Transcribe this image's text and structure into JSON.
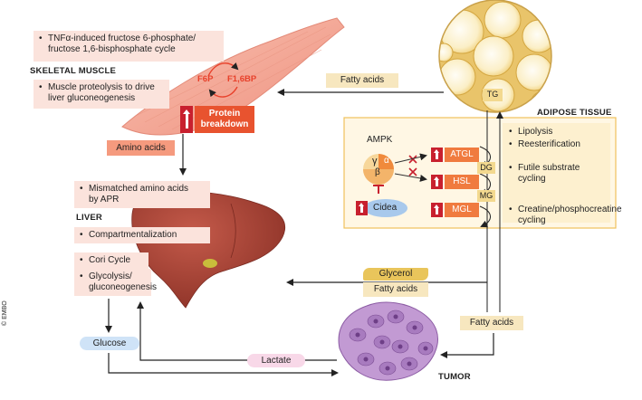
{
  "skeletal_muscle": {
    "title": "SKELETAL MUSCLE",
    "bullet1": "TNFα-induced fructose 6-phosphate/\nfructose 1,6-bisphosphate cycle",
    "bullet2": "Muscle proteolysis to drive\nliver gluconeogenesis",
    "f6p": "F6P",
    "f16bp": "F1,6BP",
    "protein_breakdown": "Protein\nbreakdown",
    "amino_acids": "Amino acids"
  },
  "adipose": {
    "title": "ADIPOSE TISSUE",
    "tg": "TG",
    "dg": "DG",
    "mg": "MG",
    "fatty_acids_top": "Fatty acids",
    "ampk": "AMPK",
    "alpha": "α",
    "beta": "β",
    "gamma": "γ",
    "enzymes": [
      "ATGL",
      "HSL",
      "MGL"
    ],
    "cidea": "Cidea",
    "bullets": [
      "Lipolysis",
      "Reesterification",
      "Futile substrate\ncycling",
      "Creatine/phosphocreatine\ncycling"
    ]
  },
  "liver": {
    "title": "LIVER",
    "bullet_apr": "Mismatched amino acids\nby APR",
    "bullet_comp": "Compartmentalization",
    "bullet_cori": "Cori Cycle",
    "bullet_glyco": "Glycolysis/\ngluconeogenesis"
  },
  "flows": {
    "glycerol": "Glycerol",
    "fatty_acids_mid": "Fatty acids",
    "fatty_acids_low": "Fatty acids",
    "glucose": "Glucose",
    "lactate": "Lactate"
  },
  "tumor": {
    "title": "TUMOR"
  },
  "credit": "© EMBO",
  "colors": {
    "pink_box": "#fbe3dc",
    "cream_box": "#f7e7bf",
    "enzyme": "#f07b3f",
    "up_red": "#c8202e",
    "muscle": "#f3a494",
    "liver": "#a8463b",
    "tumor": "#b98ac8",
    "adipocyte": "#f5d98a",
    "glucose": "#cfe3f7",
    "lactate": "#f8d8e8"
  }
}
